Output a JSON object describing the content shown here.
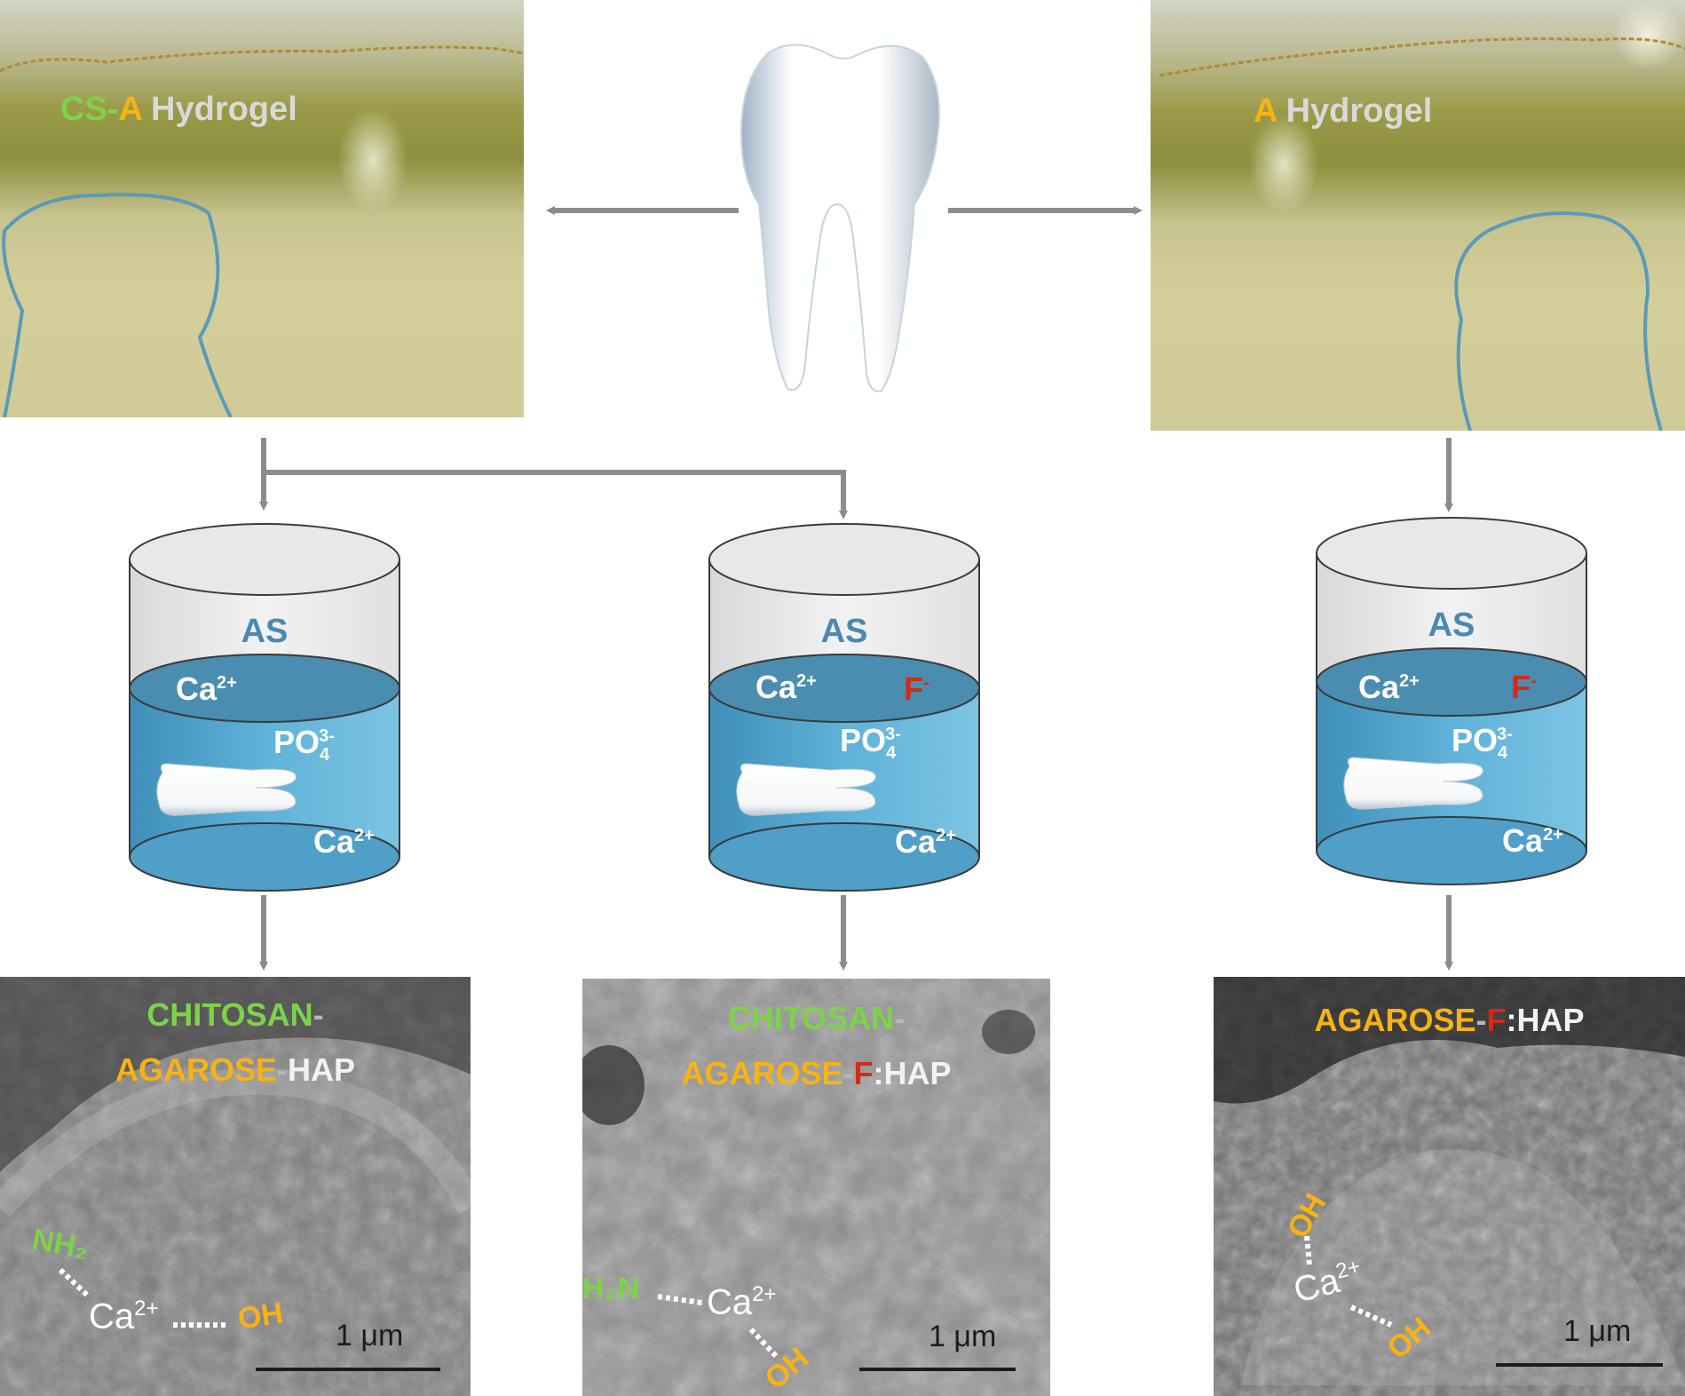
{
  "colors": {
    "chitosan": "#7ed24a",
    "agarose": "#f7b315",
    "fluoride": "#d32b14",
    "hap": "#f2f2f2",
    "as_label": "#4b88b3",
    "liquid": "#5aaed4",
    "arrow": "#8c8c8c",
    "outline": "#5a9ab8"
  },
  "icons": [
    "tooth-icon",
    "arrow-icon",
    "beaker-icon",
    "scale-bar-icon"
  ],
  "hydrogels": {
    "left": {
      "part1": "CS-",
      "part2": "A",
      "part3": " Hydrogel"
    },
    "right": {
      "part1": "A",
      "part2": " Hydrogel"
    }
  },
  "beakers": [
    {
      "label": "AS",
      "ion_top": "Ca",
      "ion_top_charge": "2+",
      "fluoride": "",
      "fluoride_charge": "",
      "po": "PO",
      "po_sub": "4",
      "po_charge": "3-",
      "ion_bottom": "Ca",
      "ion_bottom_charge": "2+"
    },
    {
      "label": "AS",
      "ion_top": "Ca",
      "ion_top_charge": "2+",
      "fluoride": "F",
      "fluoride_charge": "-",
      "po": "PO",
      "po_sub": "4",
      "po_charge": "3-",
      "ion_bottom": "Ca",
      "ion_bottom_charge": "2+"
    },
    {
      "label": "AS",
      "ion_top": "Ca",
      "ion_top_charge": "2+",
      "fluoride": "F",
      "fluoride_charge": "-",
      "po": "PO",
      "po_sub": "4",
      "po_charge": "3-",
      "ion_bottom": "Ca",
      "ion_bottom_charge": "2+"
    }
  ],
  "sem": {
    "left": {
      "line1": "CHITOSAN",
      "line1_dash": "-",
      "line2_a": "AGAROSE",
      "line2_dash": "-",
      "line2_b": "HAP",
      "nh2": "NH₂",
      "ca": "Ca",
      "ca_charge": "2+",
      "oh": "OH",
      "scale": "1 μm"
    },
    "middle": {
      "line1": "CHITOSAN",
      "line1_dash": "-",
      "line2_a": "AGAROSE",
      "line2_dash": "-",
      "line2_f": "F",
      "line2_colon": ":",
      "line2_b": "HAP",
      "h2n": "H₂N",
      "ca": "Ca",
      "ca_charge": "2+",
      "oh": "OH",
      "scale": "1 μm"
    },
    "right": {
      "line1_a": "AGAROSE",
      "line1_dash": "-",
      "line1_f": "F",
      "line1_colon": ":",
      "line1_b": "HAP",
      "oh_top": "OH",
      "ca": "Ca",
      "ca_charge": "2+",
      "oh_bottom": "OH",
      "scale": "1 μm"
    }
  }
}
